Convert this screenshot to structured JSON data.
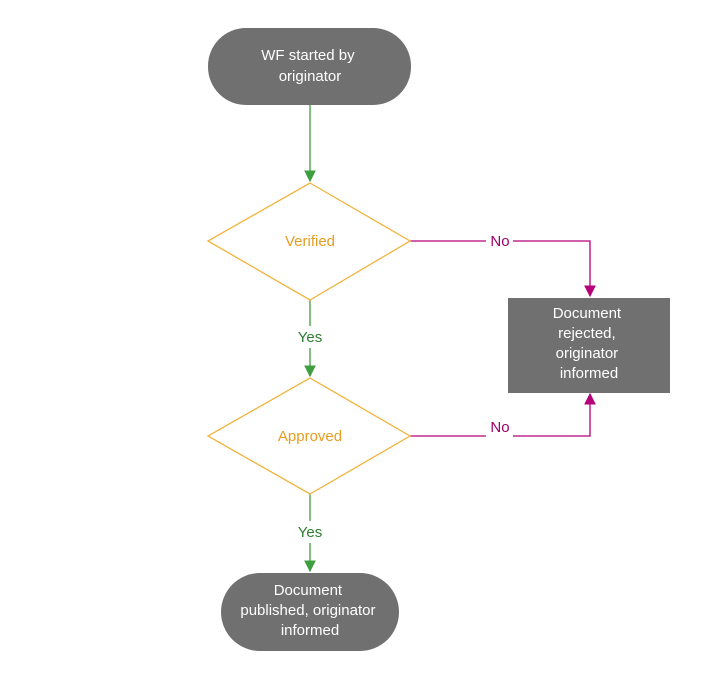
{
  "colors": {
    "dark_fill": "#707070",
    "dark_text": "#ffffff",
    "diamond_stroke": "#f2b33d",
    "diamond_text": "#e89c1f",
    "yes_line": "#3f9e3f",
    "yes_text": "#2e7d32",
    "no_line": "#b5007a",
    "no_text": "#9c0066"
  },
  "nodes": {
    "start": {
      "lines": [
        "WF started by",
        "originator"
      ]
    },
    "verified": {
      "label": "Verified"
    },
    "approved": {
      "label": "Approved"
    },
    "rejected": {
      "lines": [
        "Document",
        "rejected,",
        "originator",
        "informed"
      ]
    },
    "published": {
      "lines": [
        "Document",
        "published, originator",
        "informed"
      ]
    }
  },
  "edges": {
    "verified_yes": "Yes",
    "verified_no": "No",
    "approved_yes": "Yes",
    "approved_no": "No"
  }
}
